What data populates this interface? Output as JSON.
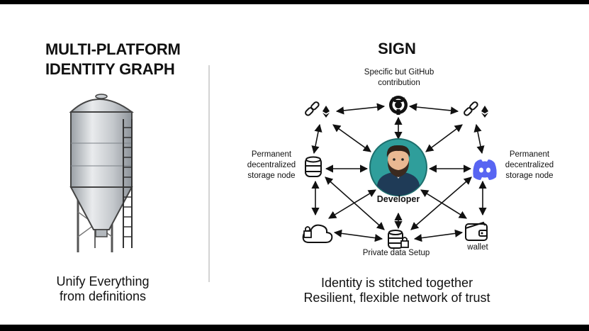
{
  "left": {
    "title_lines": [
      "MULTI-PLATFORM",
      "IDENTITY GRAPH"
    ],
    "caption_lines": [
      "Unify Everything",
      "from definitions"
    ],
    "illustration_icon": "grain-silo-icon"
  },
  "right": {
    "title": "SIGN",
    "caption_lines": [
      "Identity is stitched together",
      "Resilient, flexible network of trust"
    ],
    "nodes": {
      "github": {
        "label_lines": [
          "Specific but GitHub",
          "contribution"
        ],
        "icon": "github-icon"
      },
      "developer": {
        "label": "Developer",
        "icon": "developer-avatar-icon"
      },
      "storage_left": {
        "label_lines": [
          "Permanent",
          "decentralized",
          "storage node"
        ],
        "icon": "database-icon"
      },
      "storage_right": {
        "label_lines": [
          "Permanent",
          "decentralized",
          "storage node"
        ],
        "icon": "discord-icon"
      },
      "private_data": {
        "label": "Private data Setup",
        "icon": "locked-database-icon"
      },
      "wallet": {
        "label": "wallet",
        "icon": "wallet-icon"
      },
      "chain_left": {
        "icon": "chain-link-ethereum-icon"
      },
      "chain_right": {
        "icon": "chain-link-ethereum-icon"
      },
      "cloud": {
        "icon": "locked-cloud-icon"
      }
    }
  },
  "colors": {
    "avatar_background": "#2f9e9b",
    "discord": "#5865F2",
    "divider": "#d4d4d4",
    "text": "#111111"
  }
}
